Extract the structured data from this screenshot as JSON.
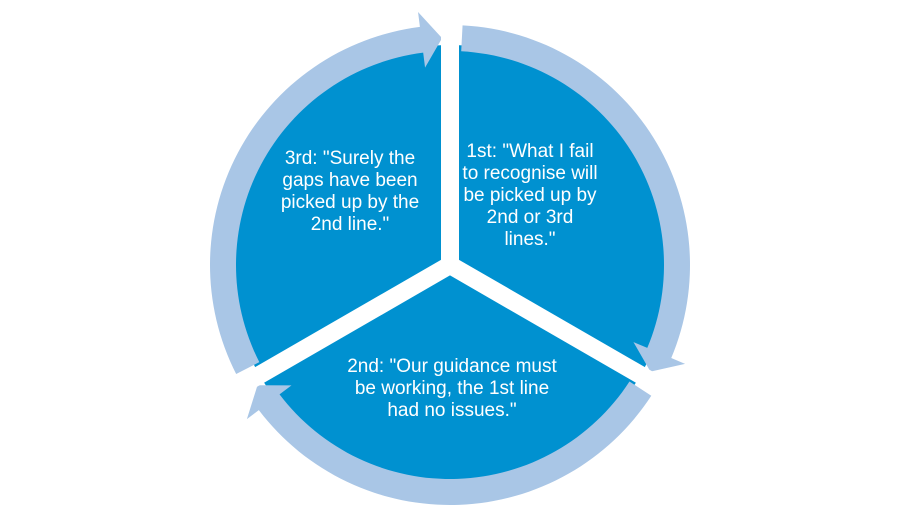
{
  "colors": {
    "segment": "#0091d0",
    "arrow": "#a9c6e6",
    "gap": "#ffffff"
  },
  "segments": [
    {
      "lines": [
        "1st: \"What I fail",
        "to recognise will",
        "be picked up by",
        "2nd or 3rd",
        "lines.\""
      ]
    },
    {
      "lines": [
        "2nd: \"Our guidance must",
        "be working, the 1st line",
        "had no issues.\""
      ]
    },
    {
      "lines": [
        "3rd: \"Surely the",
        "gaps have been",
        "picked up by the",
        "2nd line.\""
      ]
    }
  ]
}
